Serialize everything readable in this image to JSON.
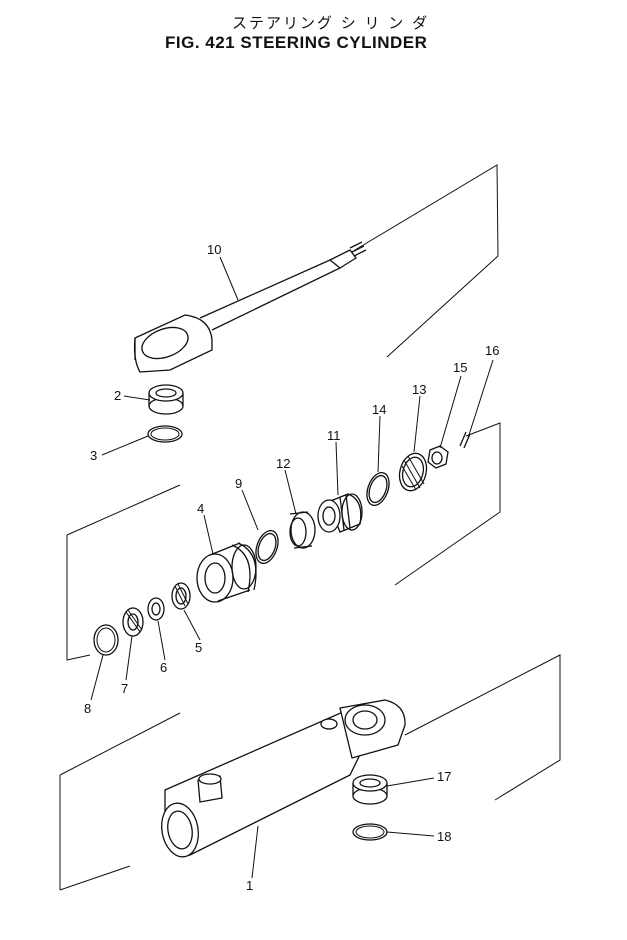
{
  "title": {
    "japanese": "ステアリング シ リ ン ダ",
    "english": "FIG. 421  STEERING CYLINDER"
  },
  "parts": [
    {
      "number": "1"
    },
    {
      "number": "2"
    },
    {
      "number": "3"
    },
    {
      "number": "4"
    },
    {
      "number": "5"
    },
    {
      "number": "6"
    },
    {
      "number": "7"
    },
    {
      "number": "8"
    },
    {
      "number": "9"
    },
    {
      "number": "10"
    },
    {
      "number": "11"
    },
    {
      "number": "12"
    },
    {
      "number": "13"
    },
    {
      "number": "14"
    },
    {
      "number": "15"
    },
    {
      "number": "16"
    },
    {
      "number": "17"
    },
    {
      "number": "18"
    }
  ]
}
